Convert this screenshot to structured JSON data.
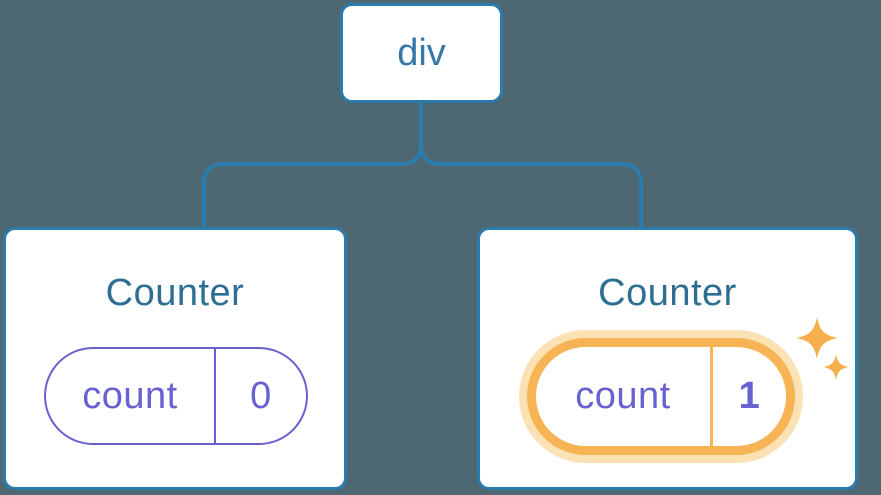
{
  "tree": {
    "root": {
      "label": "div"
    },
    "children": [
      {
        "title": "Counter",
        "state": {
          "key": "count",
          "value": "0"
        },
        "highlighted": false
      },
      {
        "title": "Counter",
        "state": {
          "key": "count",
          "value": "1"
        },
        "highlighted": true
      }
    ]
  },
  "icons": {
    "highlight_large": "sparkle-icon",
    "highlight_small": "sparkle-icon"
  },
  "colors": {
    "background": "#4D6773",
    "line": "#2B7BAD",
    "card_bg": "#FFFFFF",
    "card_border": "#2B7BAD",
    "heading": "#2D6E93",
    "root_label": "#3578A9",
    "purple": "#6761D2",
    "orange": "#F6B455",
    "orange_glow": "#FBE2B4",
    "sparkle": "#F5AF4D"
  }
}
